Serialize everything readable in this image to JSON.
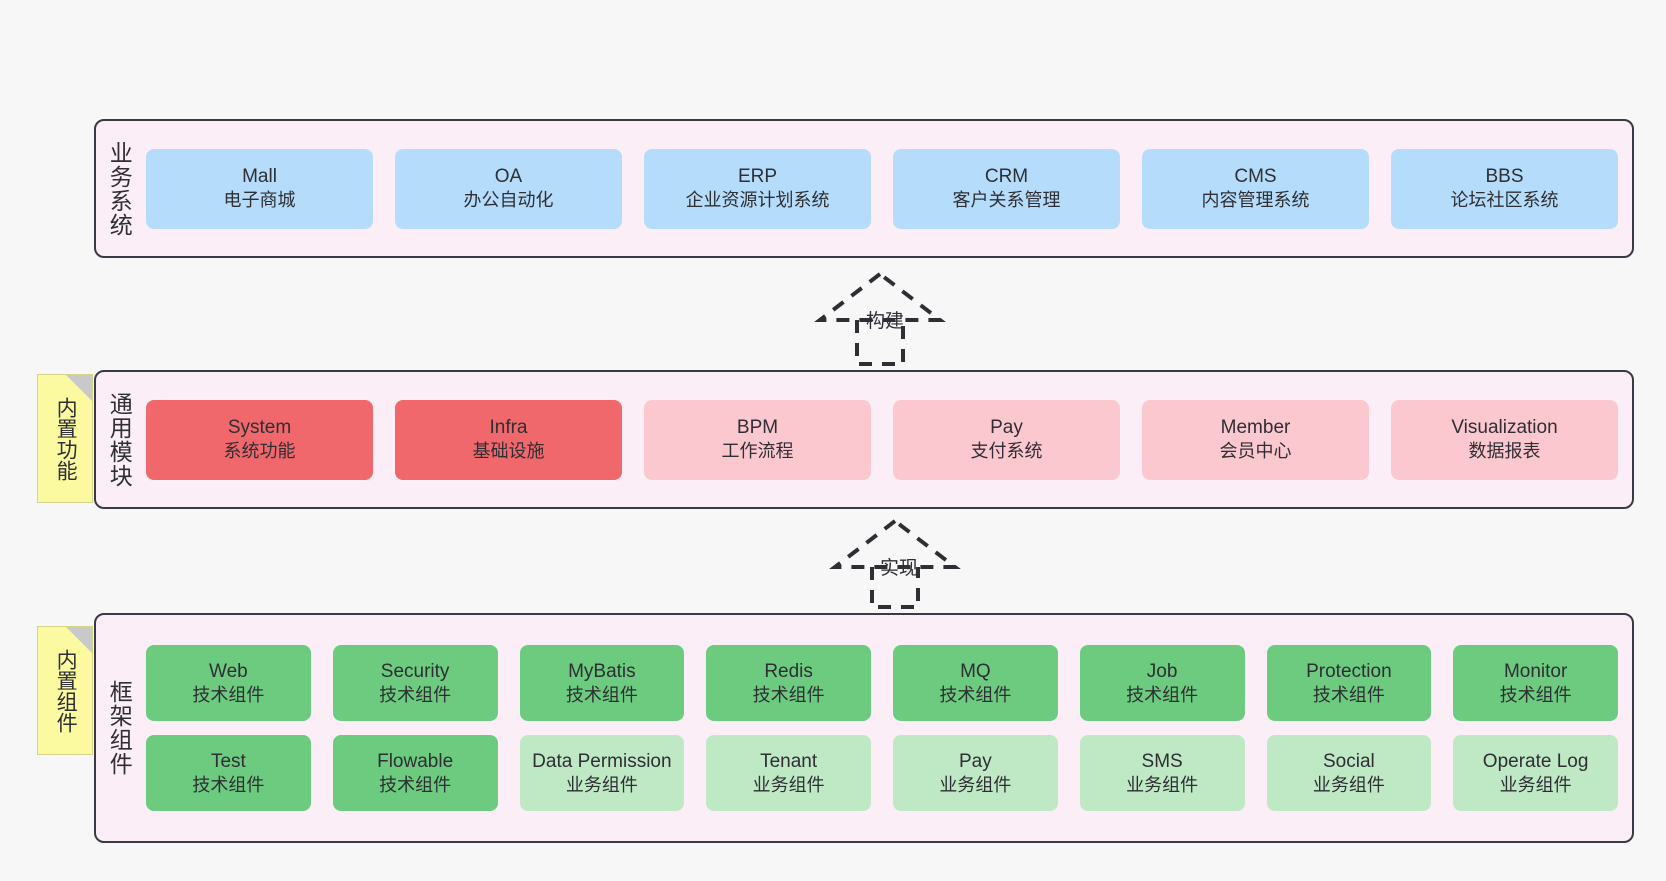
{
  "diagram": {
    "background_color": "#f7f7f7",
    "layer_fill": "#fbeef6",
    "layer_border": "#3a3a44"
  },
  "layers": [
    {
      "id": "business-systems",
      "label": "业务系统",
      "card_color": "#b5ddfb",
      "cards": [
        {
          "title": "Mall",
          "subtitle": "电子商城"
        },
        {
          "title": "OA",
          "subtitle": "办公自动化"
        },
        {
          "title": "ERP",
          "subtitle": "企业资源计划系统"
        },
        {
          "title": "CRM",
          "subtitle": "客户关系管理"
        },
        {
          "title": "CMS",
          "subtitle": "内容管理系统"
        },
        {
          "title": "BBS",
          "subtitle": "论坛社区系统"
        }
      ]
    },
    {
      "id": "common-modules",
      "label": "通用模块",
      "cards": [
        {
          "title": "System",
          "subtitle": "系统功能",
          "color": "#f1686c"
        },
        {
          "title": "Infra",
          "subtitle": "基础设施",
          "color": "#f1686c"
        },
        {
          "title": "BPM",
          "subtitle": "工作流程",
          "color": "#fcc8cf"
        },
        {
          "title": "Pay",
          "subtitle": "支付系统",
          "color": "#fcc8cf"
        },
        {
          "title": "Member",
          "subtitle": "会员中心",
          "color": "#fcc8cf"
        },
        {
          "title": "Visualization",
          "subtitle": "数据报表",
          "color": "#fcc8cf"
        }
      ]
    },
    {
      "id": "framework-components",
      "label": "框架组件",
      "row1": [
        {
          "title": "Web",
          "subtitle": "技术组件",
          "color": "#6ccb7f"
        },
        {
          "title": "Security",
          "subtitle": "技术组件",
          "color": "#6ccb7f"
        },
        {
          "title": "MyBatis",
          "subtitle": "技术组件",
          "color": "#6ccb7f"
        },
        {
          "title": "Redis",
          "subtitle": "技术组件",
          "color": "#6ccb7f"
        },
        {
          "title": "MQ",
          "subtitle": "技术组件",
          "color": "#6ccb7f"
        },
        {
          "title": "Job",
          "subtitle": "技术组件",
          "color": "#6ccb7f"
        },
        {
          "title": "Protection",
          "subtitle": "技术组件",
          "color": "#6ccb7f"
        },
        {
          "title": "Monitor",
          "subtitle": "技术组件",
          "color": "#6ccb7f"
        }
      ],
      "row2": [
        {
          "title": "Test",
          "subtitle": "技术组件",
          "color": "#6ccb7f"
        },
        {
          "title": "Flowable",
          "subtitle": "技术组件",
          "color": "#6ccb7f"
        },
        {
          "title": "Data Permission",
          "subtitle": "业务组件",
          "color": "#bfe8c4"
        },
        {
          "title": "Tenant",
          "subtitle": "业务组件",
          "color": "#bfe8c4"
        },
        {
          "title": "Pay",
          "subtitle": "业务组件",
          "color": "#bfe8c4"
        },
        {
          "title": "SMS",
          "subtitle": "业务组件",
          "color": "#bfe8c4"
        },
        {
          "title": "Social",
          "subtitle": "业务组件",
          "color": "#bfe8c4"
        },
        {
          "title": "Operate Log",
          "subtitle": "业务组件",
          "color": "#bfe8c4"
        }
      ]
    }
  ],
  "notes": [
    {
      "id": "builtin-features",
      "text": "内置功能",
      "color": "#fcfaa0"
    },
    {
      "id": "builtin-components",
      "text": "内置组件",
      "color": "#fcfaa0"
    }
  ],
  "connectors": [
    {
      "id": "build",
      "label": "构建",
      "style": "dashed-generalization-up"
    },
    {
      "id": "implement",
      "label": "实现",
      "style": "dashed-generalization-up"
    }
  ]
}
